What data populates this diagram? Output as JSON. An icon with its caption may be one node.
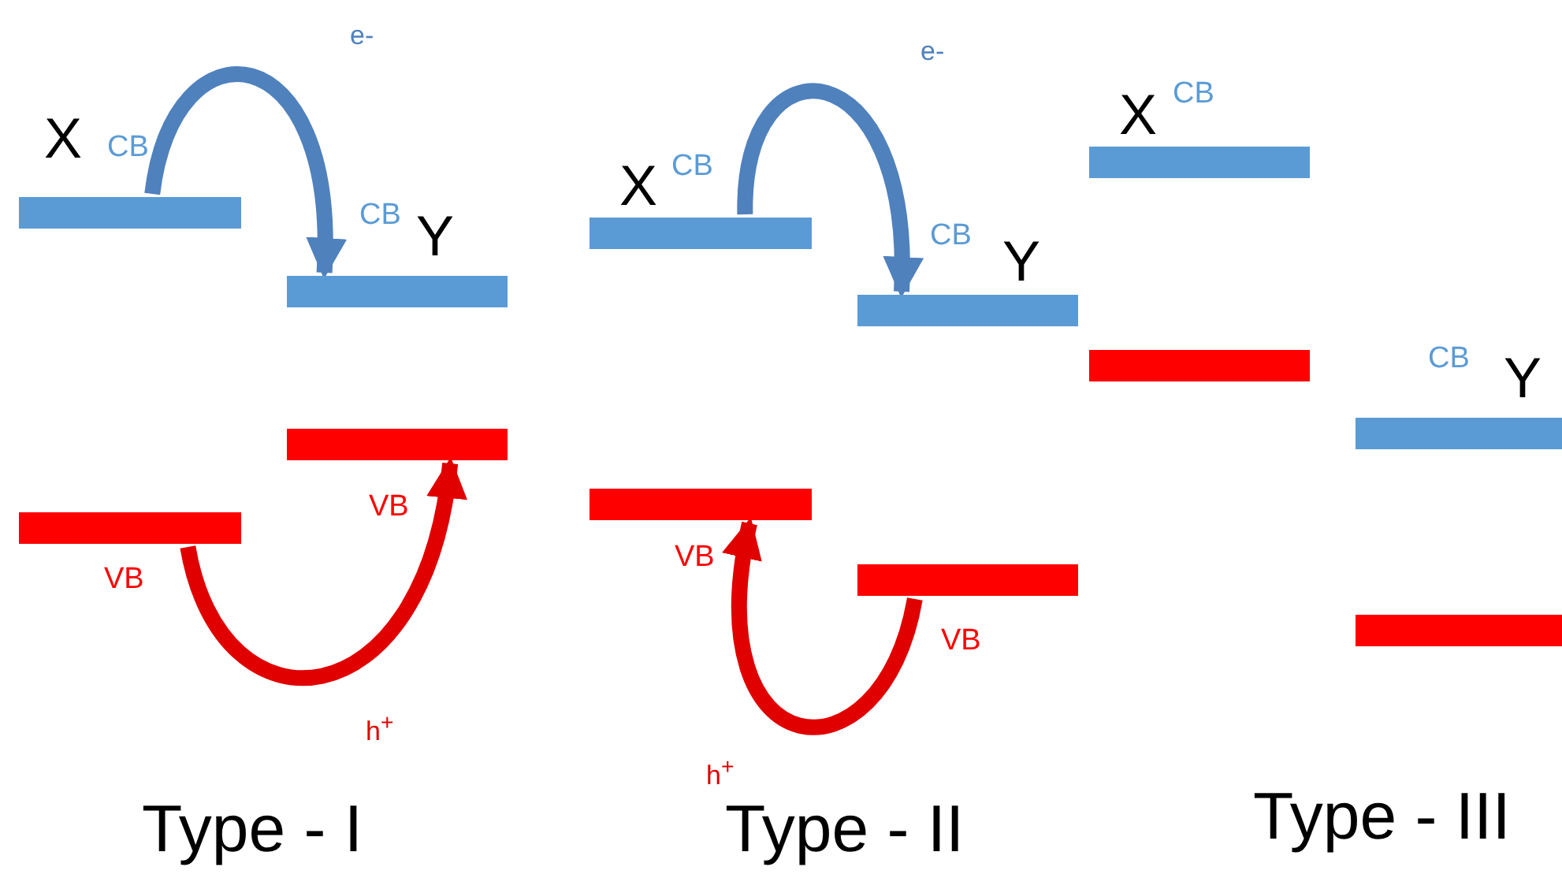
{
  "diagram": {
    "nodes": [
      {
        "text": [],
        "shape": "bar",
        "beside": [
          "X",
          "CB"
        ]
      },
      {
        "text": [],
        "shape": "bar",
        "beside": [
          "CB",
          "Y"
        ]
      },
      {
        "text": [],
        "shape": "bar",
        "beside": [
          "VB"
        ]
      },
      {
        "text": [],
        "shape": "bar",
        "beside": [
          "VB"
        ]
      },
      {
        "text": [],
        "shape": "bar",
        "beside": [
          "X",
          "CB"
        ]
      },
      {
        "text": [],
        "shape": "bar",
        "beside": [
          "CB",
          "Y"
        ]
      },
      {
        "text": [],
        "shape": "bar",
        "beside": [
          "VB"
        ]
      },
      {
        "text": [],
        "shape": "bar",
        "beside": [
          "VB"
        ]
      },
      {
        "text": [],
        "shape": "bar",
        "beside": [
          "X",
          "CB"
        ]
      },
      {
        "text": [],
        "shape": "bar"
      },
      {
        "text": [],
        "shape": "bar",
        "beside": [
          "CB",
          "Y"
        ]
      },
      {
        "text": [],
        "shape": "bar"
      }
    ],
    "edges": [
      {
        "from": 0,
        "to": 1,
        "arrow": "to",
        "label": "e-",
        "color": "#4f81bd"
      },
      {
        "from": 2,
        "to": 3,
        "arrow": "to",
        "label": "h$^{+}$",
        "color": "#e00000"
      },
      {
        "from": 4,
        "to": 5,
        "arrow": "to",
        "label": "e-",
        "color": "#4f81bd"
      },
      {
        "from": 7,
        "to": 6,
        "arrow": "to",
        "label": "h$^{+}$",
        "color": "#e00000"
      }
    ],
    "labels": [
      "Type - I",
      "Type - II",
      "Type - III"
    ]
  }
}
